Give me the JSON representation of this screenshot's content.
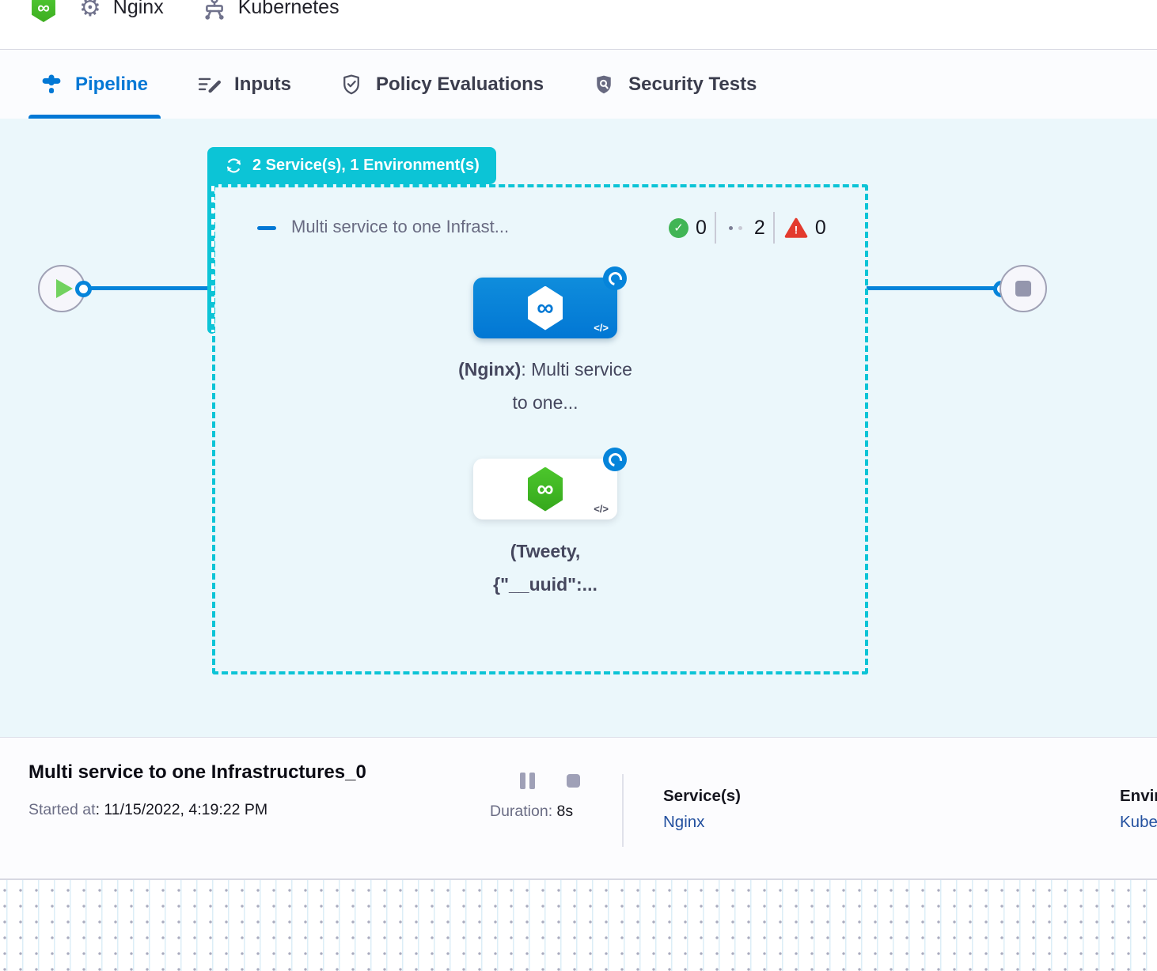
{
  "colors": {
    "accent_blue": "#0278d5",
    "teal": "#0cc4d6",
    "success_green": "#41b555",
    "fail_red": "#e33b2e",
    "link_navy": "#23509f",
    "canvas_bg": "#ebf7fb"
  },
  "header": {
    "pipeline_name": "Nginx",
    "environment_name": "Kubernetes"
  },
  "tabs": {
    "pipeline": "Pipeline",
    "inputs": "Inputs",
    "policy": "Policy Evaluations",
    "security": "Security Tests"
  },
  "canvas": {
    "badge_label": "2 Service(s), 1 Environment(s)",
    "stage_title": "Multi service to one Infrast...",
    "counts": {
      "success": "0",
      "running": "2",
      "failed": "0"
    },
    "node1": {
      "bold": "(Nginx)",
      "rest": ": Multi service to one..."
    },
    "node2": {
      "bold": "(Tweety, {\"__uuid\":...",
      "rest": ""
    }
  },
  "infobar": {
    "title": "Multi service to one Infrastructures_0",
    "started_label": "Started at",
    "started_value": ": 11/15/2022, 4:19:22 PM",
    "duration_label": "Duration: ",
    "duration_value": "8s",
    "services_label": "Service(s)",
    "services_value": "Nginx",
    "environments_label": "Environment(s)",
    "environments_value": "Kubernetes"
  },
  "icons": {
    "gear": "⚙",
    "infinity": "∞",
    "code": "</>",
    "check": "✓",
    "exclaim": "!"
  }
}
